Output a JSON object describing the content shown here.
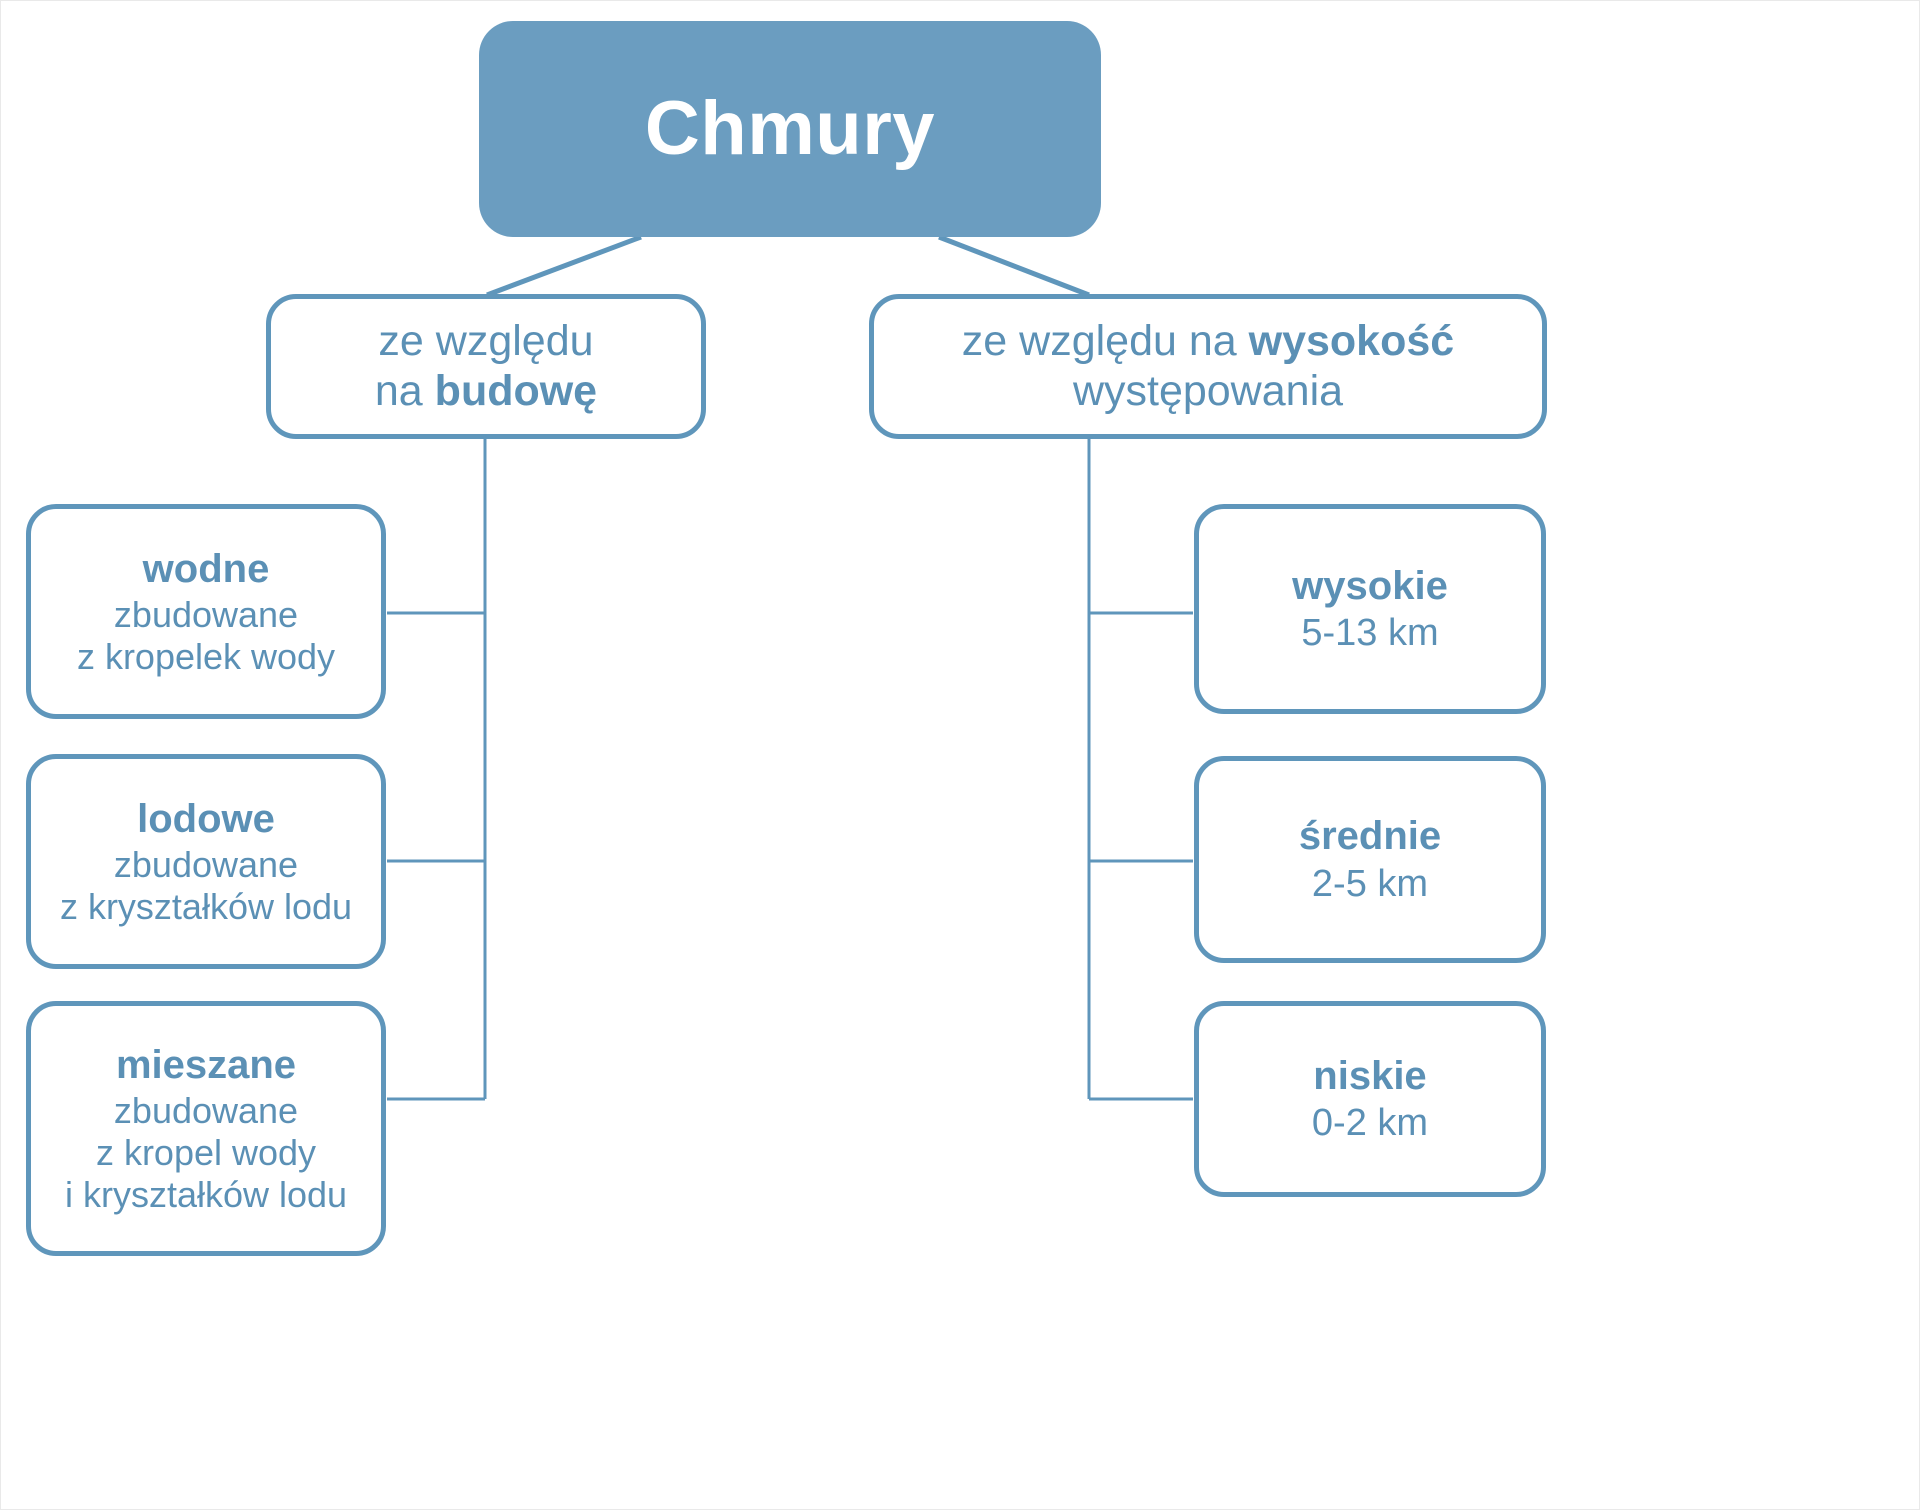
{
  "diagram": {
    "title": "Chmury",
    "language": "pl",
    "accent_color": "#5b90b5",
    "root_fill": "#6b9dc0",
    "border_color": "#5f96bb",
    "root": {
      "label": "Chmury"
    },
    "branches": [
      {
        "id": "budowa",
        "line1": "ze względu",
        "line2_plain": "na ",
        "line2_bold": "budowę",
        "children": [
          {
            "id": "wodne",
            "head": "wodne",
            "lines": [
              "zbudowane",
              "z kropelek wody"
            ]
          },
          {
            "id": "lodowe",
            "head": "lodowe",
            "lines": [
              "zbudowane",
              "z kryształków lodu"
            ]
          },
          {
            "id": "mieszane",
            "head": "mieszane",
            "lines": [
              "zbudowane",
              "z kropel wody",
              "i kryształków lodu"
            ]
          }
        ]
      },
      {
        "id": "wysokosc",
        "line1_plain": "ze względu na ",
        "line1_bold": "wysokość",
        "line2": "występowania",
        "children": [
          {
            "id": "wysokie",
            "head": "wysokie",
            "lines": [
              "5-13 km"
            ]
          },
          {
            "id": "srednie",
            "head": "średnie",
            "lines": [
              "2-5 km"
            ]
          },
          {
            "id": "niskie",
            "head": "niskie",
            "lines": [
              "0-2 km"
            ]
          }
        ]
      }
    ]
  }
}
